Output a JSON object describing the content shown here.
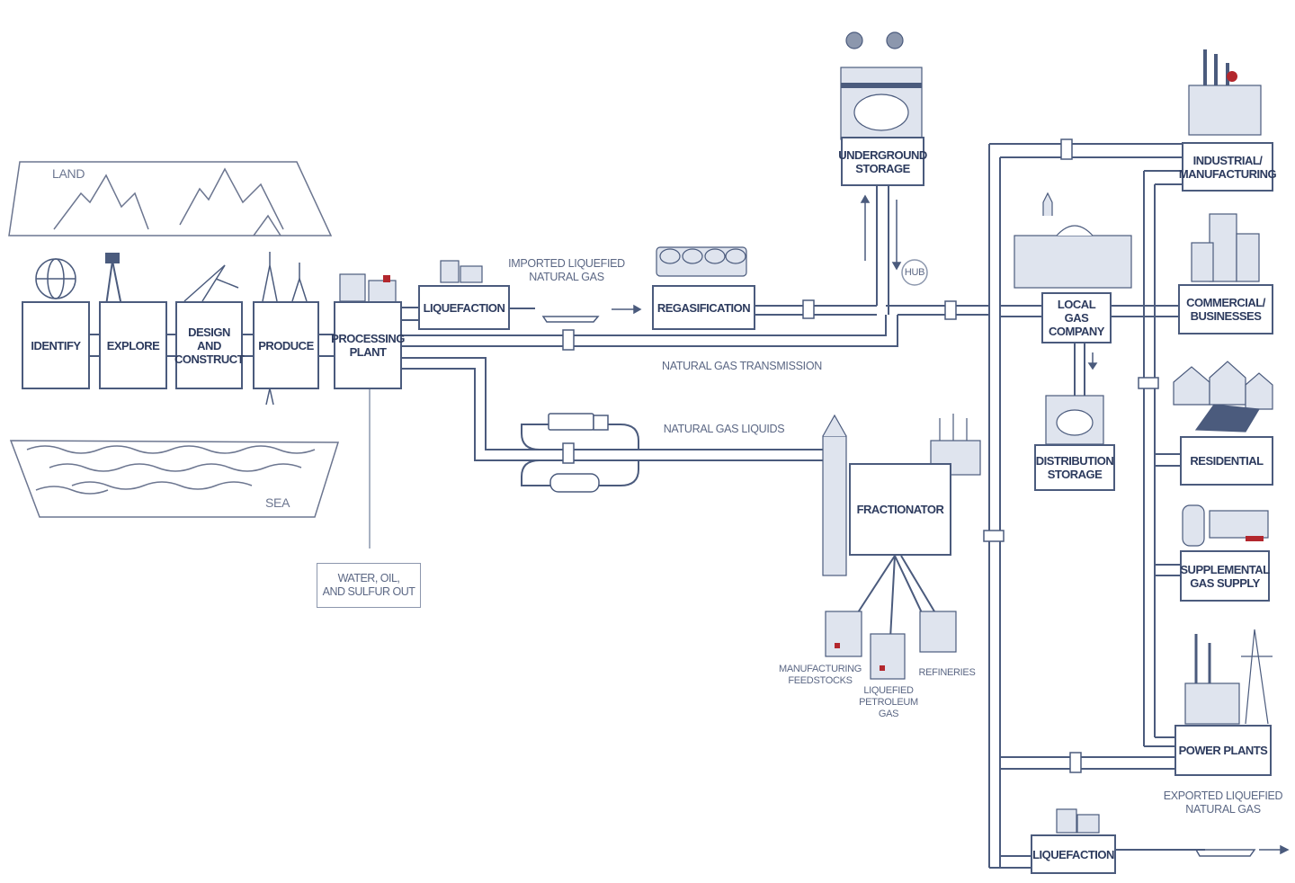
{
  "regions": {
    "land": "LAND",
    "sea": "SEA"
  },
  "stages": {
    "identify": "IDENTIFY",
    "explore": "EXPLORE",
    "design": "DESIGN\nAND\nCONSTRUCT",
    "produce": "PRODUCE",
    "processing": "PROCESSING\nPLANT"
  },
  "nodes": {
    "liquefaction_in": "LIQUEFACTION",
    "regasification": "REGASIFICATION",
    "underground_storage": "UNDERGROUND\nSTORAGE",
    "hub": "HUB",
    "local_gas_company": "LOCAL GAS\nCOMPANY",
    "distribution_storage": "DISTRIBUTION\nSTORAGE",
    "fractionator": "FRACTIONATOR",
    "water_oil_sulfur": "WATER, OIL,\nAND SULFUR OUT",
    "liquefaction_out": "LIQUEFACTION"
  },
  "flows": {
    "imported_lng": "IMPORTED LIQUEFIED\nNATURAL GAS",
    "transmission": "NATURAL GAS TRANSMISSION",
    "ngl": "NATURAL GAS LIQUIDS",
    "exported_lng": "EXPORTED LIQUEFIED\nNATURAL GAS"
  },
  "products": {
    "manufacturing_feedstocks": "MANUFACTURING\nFEEDSTOCKS",
    "lpg": "LIQUEFIED\nPETROLEUM\nGAS",
    "refineries": "REFINERIES"
  },
  "consumers": {
    "industrial": "INDUSTRIAL/\nMANUFACTURING",
    "commercial": "COMMERCIAL/\nBUSINESSES",
    "residential": "RESIDENTIAL",
    "supplemental": "SUPPLEMENTAL\nGAS SUPPLY",
    "power_plants": "POWER PLANTS"
  },
  "colors": {
    "line": "#4b5b7d",
    "ink": "#2d3b5e",
    "accent": "#b3272d",
    "fill": "#dfe4ee"
  }
}
